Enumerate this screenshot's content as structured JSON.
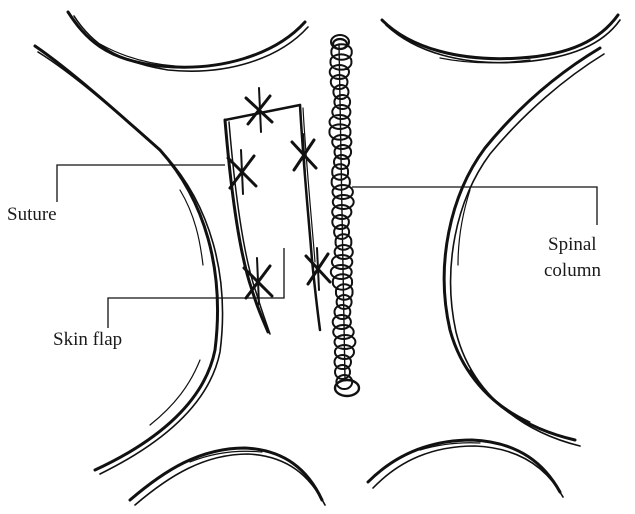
{
  "labels": {
    "suture": "Suture",
    "skin_flap": "Skin flap",
    "spinal_line1": "Spinal",
    "spinal_line2": "column"
  }
}
